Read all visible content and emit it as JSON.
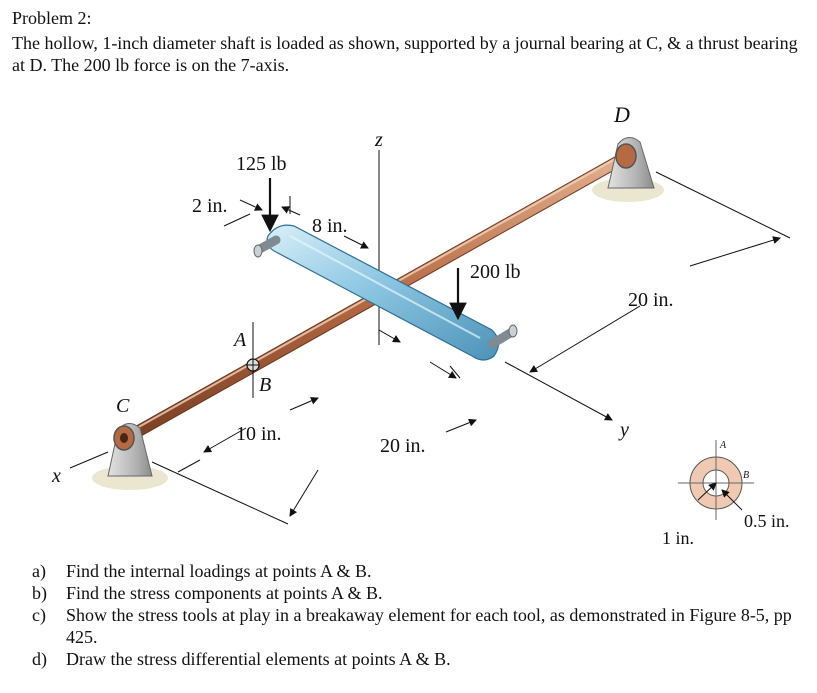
{
  "problem": {
    "title": "Problem 2:",
    "intro": "The hollow, 1-inch diameter shaft is loaded as shown, supported by a journal bearing at C, & a thrust bearing at D. The 200 lb force is on the 7-axis."
  },
  "figure": {
    "labels": {
      "D": "D",
      "C": "C",
      "A": "A",
      "B": "B",
      "z": "z",
      "x": "x",
      "y": "y",
      "force_125": "125 lb",
      "force_200": "200 lb",
      "dim_2in": "2 in.",
      "dim_8in": "8 in.",
      "dim_10in": "10 in.",
      "dim_20in_bottom": "20 in.",
      "dim_20in_right": "20 in."
    },
    "section": {
      "A": "A",
      "B": "B",
      "outer_dim": "1 in.",
      "inner_dim": "0.5 in."
    }
  },
  "questions": [
    {
      "letter": "a)",
      "text": "Find the internal loadings at points A & B."
    },
    {
      "letter": "b)",
      "text": "Find the stress components at points A & B."
    },
    {
      "letter": "c)",
      "text": "Show the stress tools at play in a breakaway element for each tool, as demonstrated in Figure 8-5, pp 425."
    },
    {
      "letter": "d)",
      "text": "Draw the stress differential elements at points A & B."
    }
  ]
}
